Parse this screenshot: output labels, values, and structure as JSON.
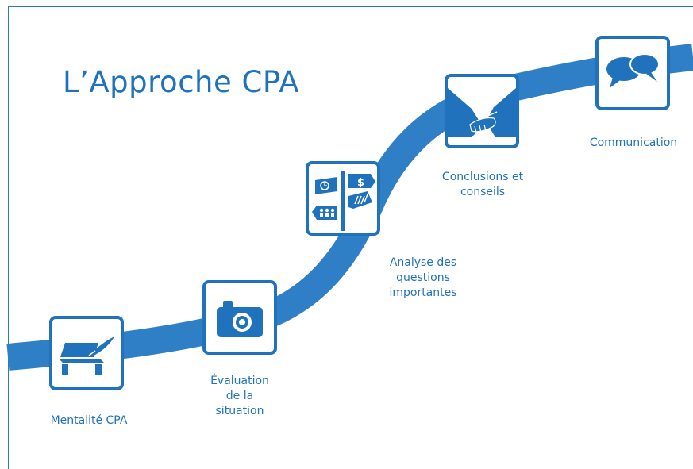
{
  "title": "L’Approche CPA",
  "accent_color": "#1f72bb",
  "steps": [
    {
      "label": "Mentalité CPA",
      "icon": "desk-quill-icon"
    },
    {
      "label": "Évaluation\nde la\nsituation",
      "icon": "camera-icon"
    },
    {
      "label": "Analyse des\nquestions\nimportantes",
      "icon": "signpost-icon"
    },
    {
      "label": "Conclusions et\nconseils",
      "icon": "handshake-icon"
    },
    {
      "label": "Communication",
      "icon": "speech-bubbles-icon"
    }
  ]
}
